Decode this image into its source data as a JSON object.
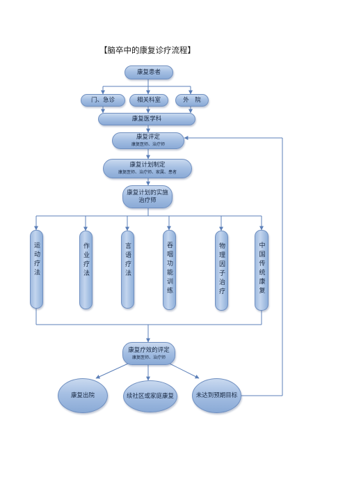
{
  "title": "【脑卒中的康复诊疗流程】",
  "nodes": {
    "patient": "康复患者",
    "outpatient": "门、急诊",
    "related_dept": "相关科室",
    "external": "外　院",
    "rehab_medicine": "康复医学科",
    "assessment": {
      "label": "康复评定",
      "sub": "康复医师、治疗师"
    },
    "plan": {
      "label": "康复计划制定",
      "sub": "康复医师、治疗师、家属、患者"
    },
    "implement": {
      "label": "康复计划的实施",
      "sub": "治疗师"
    },
    "therapies": [
      "运动疗法",
      "作业疗法",
      "言语疗法",
      "吞咽功能训练",
      "物理因子治疗",
      "中国传统康复"
    ],
    "evaluation": {
      "label": "康复疗效的评定",
      "sub": "康复医师、治疗师"
    },
    "discharge": "康复出院",
    "community": "续社区或家庭康复",
    "not_met": "未达到预期目标"
  },
  "colors": {
    "node_fill": "#a5bfe3",
    "node_border": "#6f8fc0",
    "connector": "#5b7fb8"
  }
}
